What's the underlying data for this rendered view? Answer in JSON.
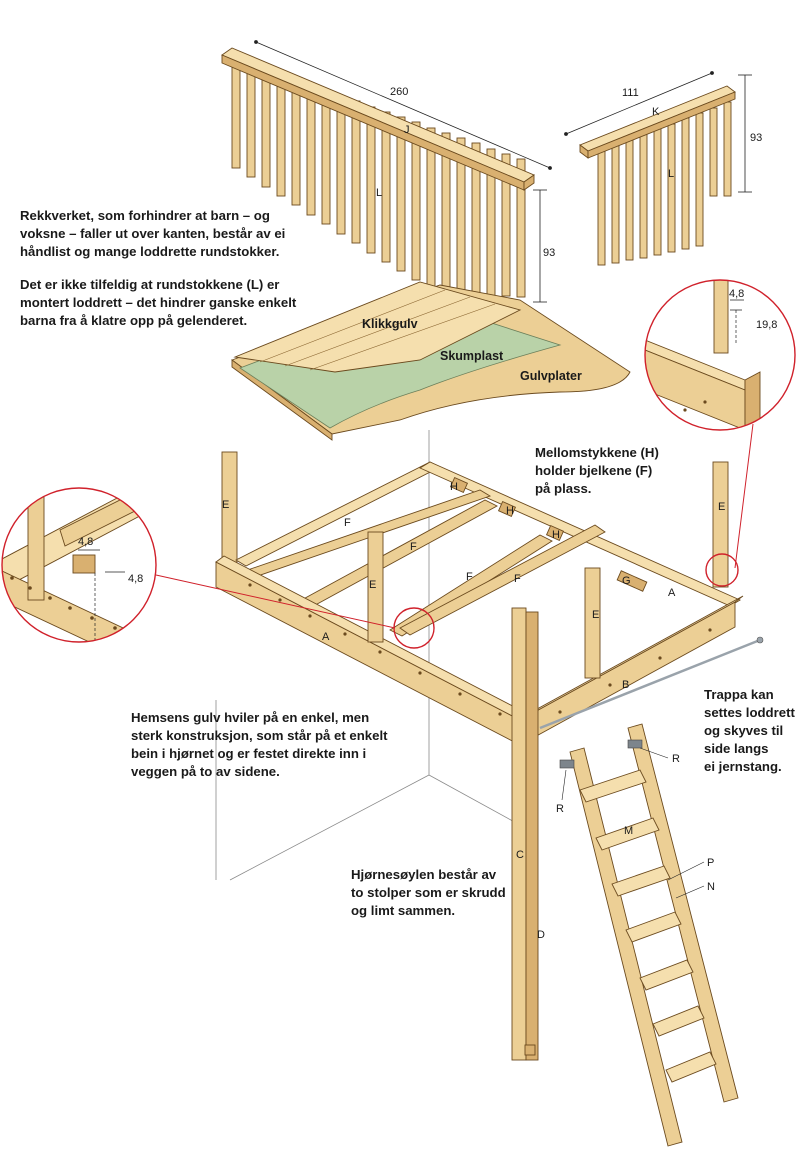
{
  "notes": {
    "railing": "Rekkverket, som forhindrer at barn – og\nvoksne – faller ut over kanten, består av ei\nhåndlist og mange loddrette rundstokker.",
    "vertical": "Det er ikke tilfeldig at rundstokkene (L) er\nmontert loddrett – det hindrer ganske enkelt\nbarna fra å klatre opp på gelenderet.",
    "spacers": "Mellomstykkene (H)\nholder bjelkene (F)\npå plass.",
    "floor": "Hemsens gulv hviler på en enkel, men\nsterk konstruksjon, som står på et enkelt\nbein i hjørnet og er festet direkte inn i\nveggen på to av sidene.",
    "ladder": "Trappa kan\nsettes loddrett\nog skyves til\nside langs\nei jernstang.",
    "post": "Hjørnesøylen består av\nto stolper som er skrudd\nog limt sammen."
  },
  "layers": {
    "click_floor": "Klikkgulv",
    "foam": "Skumplast",
    "boards": "Gulvplater"
  },
  "dimensions": {
    "rail_long": "260",
    "rail_short": "111",
    "rail_height_long": "93",
    "rail_height_short": "93",
    "detail_post": "4,8",
    "detail_gap": "19,8",
    "detail_beam_w": "4,8",
    "detail_beam_h": "4,8"
  },
  "parts": {
    "J": "J",
    "K": "K",
    "L1": "L",
    "L2": "L",
    "A1": "A",
    "A2": "A",
    "B": "B",
    "C": "C",
    "D": "D",
    "E1": "E",
    "E2": "E",
    "E3": "E",
    "E4": "E",
    "F1": "F",
    "F2": "F",
    "F3": "F",
    "F4": "F",
    "G": "G",
    "H1": "H",
    "H2": "H",
    "H3": "H",
    "M": "M",
    "N": "N",
    "P": "P",
    "R1": "R",
    "R2": "R"
  },
  "colors": {
    "wood": "#eccf95",
    "wood_dark": "#d9b070",
    "foam": "#b9d2a8",
    "detail_circle": "#d0212b",
    "rod": "#9aa3ab"
  }
}
